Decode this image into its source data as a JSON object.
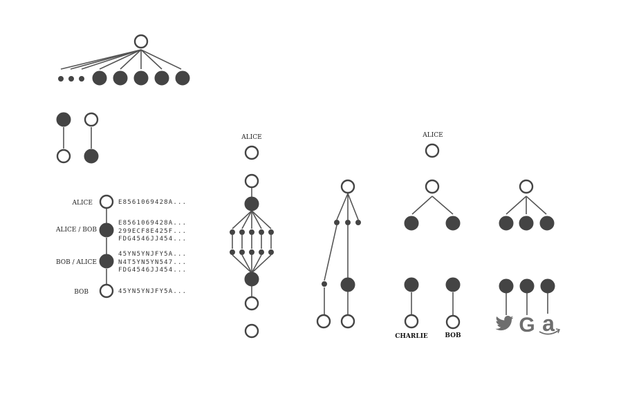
{
  "labels": {
    "alice_top_col3": "ALICE",
    "alice_top_col6": "ALICE",
    "charlie": "CHARLIE",
    "bob_bottom": "BOB",
    "chain_alice": "ALICE",
    "chain_alice_bob": "ALICE / BOB",
    "chain_bob_alice": "BOB / ALICE",
    "chain_bob": "BOB"
  },
  "hashes": {
    "row1": "E8561069428A...",
    "row2a": "E8561069428A...",
    "row2b": "299ECF8E425F...",
    "row2c": "FDG4546JJ454...",
    "row3a": "45YN5YNJFY5A...",
    "row3b": "N4T5YN5YN547...",
    "row3c": "FDG4546JJ454...",
    "row4": "45YN5YNJFY5A..."
  },
  "icons": {
    "twitter": "twitter-bird-icon",
    "google": "google-g-icon",
    "amazon": "amazon-a-icon"
  },
  "logos": {
    "google_letter": "G",
    "amazon_letter": "a"
  }
}
